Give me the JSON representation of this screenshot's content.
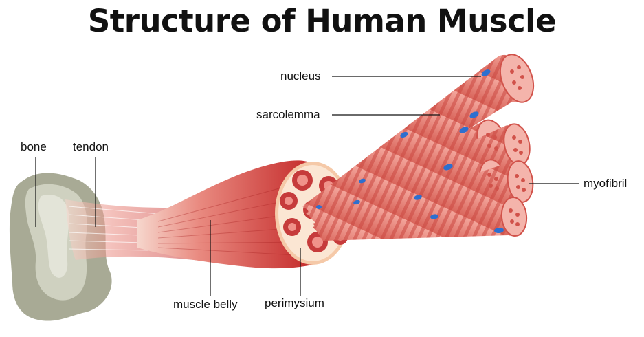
{
  "title": "Structure of Human Muscle",
  "labels": {
    "bone": "bone",
    "tendon": "tendon",
    "nucleus": "nucleus",
    "sarcolemma": "sarcolemma",
    "myofibril": "myofibril",
    "muscle_belly": "muscle belly",
    "perimysium": "perimysium"
  },
  "colors": {
    "bone": "#b7b9a6",
    "muscle_dark": "#c62a2a",
    "muscle_light": "#f08a80",
    "fiber": "#e9857b",
    "fiber_stripe": "#c9463f",
    "nucleus": "#2d6fcf",
    "perimysium": "#f7d7b9"
  }
}
